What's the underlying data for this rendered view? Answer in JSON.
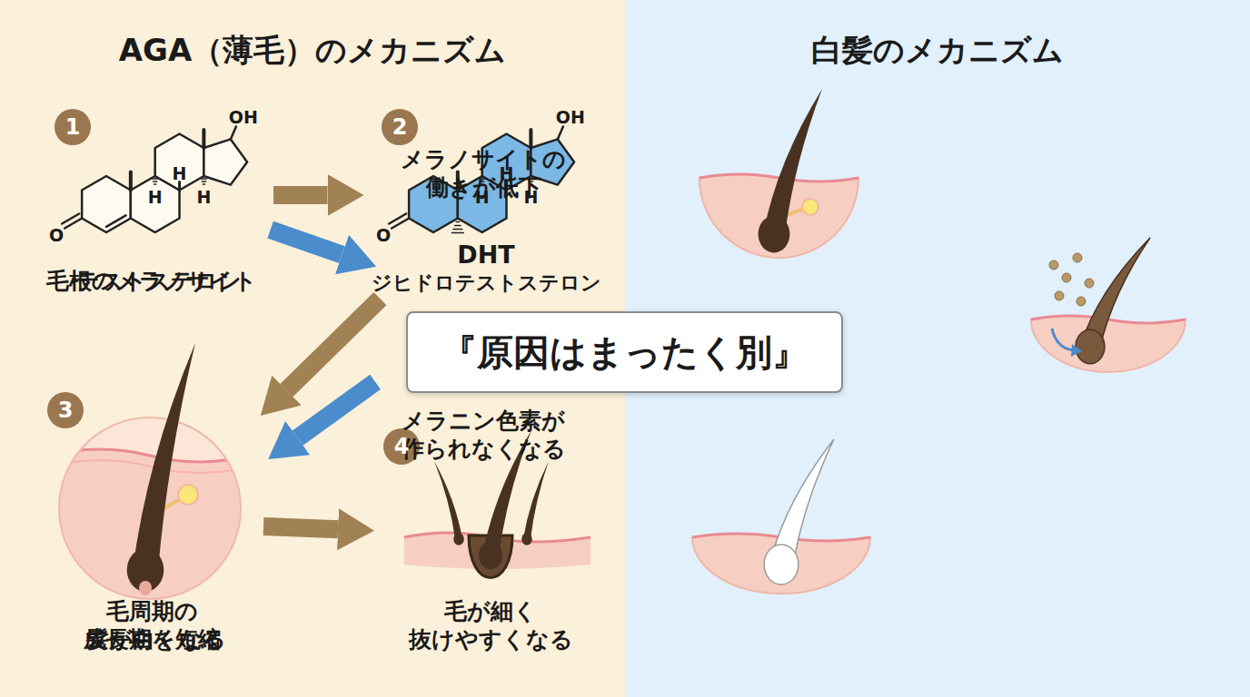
{
  "diagram": {
    "nodes": [
      {
        "text": [
          "AGA（薄毛）のメカニズム"
        ]
      },
      {
        "text": [
          "白髪のメカニズム"
        ]
      },
      {
        "text": [
          "テストステロン"
        ],
        "in": 0
      },
      {
        "text": [
          "DHT",
          "ジヒドロテストステロン"
        ],
        "in": 0
      },
      {
        "text": [
          "毛周期の 成長期を短縮"
        ],
        "in": 0
      },
      {
        "text": [
          "毛が細く 抜けやすくなる"
        ],
        "in": 0
      },
      {
        "text": [
          "毛根のメラノサイト"
        ],
        "in": 1
      },
      {
        "text": [
          "メラノサイトの 働きが低下",
          "メラニン色素が 作られなくなる"
        ],
        "in": 1
      },
      {
        "text": [
          "髪が白くなる"
        ],
        "in": 1
      },
      {
        "text": [
          "『原因はまったく別』"
        ]
      }
    ],
    "edges": [
      {
        "from": 2,
        "to": 3,
        "arrow": "to"
      },
      {
        "from": 3,
        "to": 4,
        "arrow": "to"
      },
      {
        "from": 4,
        "to": 5,
        "arrow": "to"
      },
      {
        "from": 6,
        "to": 7,
        "arrow": "to"
      },
      {
        "from": 7,
        "to": 8,
        "arrow": "to"
      }
    ],
    "labels": [
      "1",
      "2",
      "3",
      "4",
      "OH",
      "H",
      "H",
      "H",
      "O",
      "OH",
      "H",
      "H",
      "H",
      "O"
    ]
  }
}
